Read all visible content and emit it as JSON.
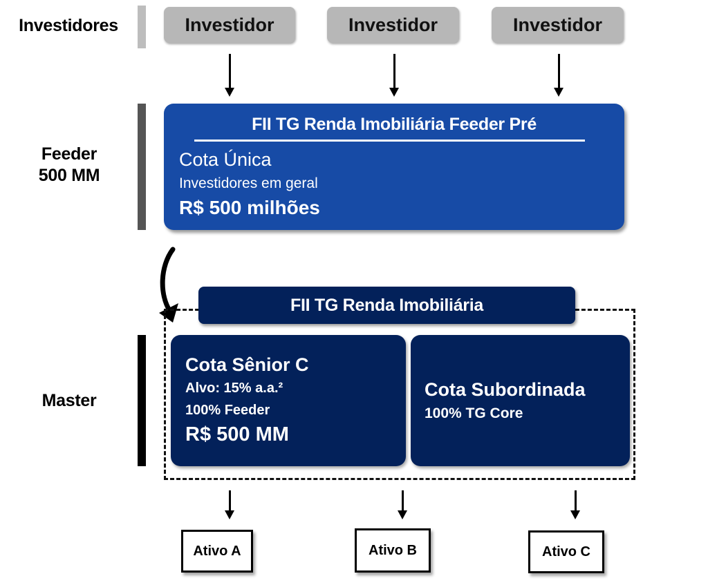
{
  "levels": {
    "investors_label": "Investidores",
    "feeder_label_line1": "Feeder",
    "feeder_label_line2": "500 MM",
    "master_label": "Master"
  },
  "investors": [
    {
      "label": "Investidor"
    },
    {
      "label": "Investidor"
    },
    {
      "label": "Investidor"
    }
  ],
  "feeder_fund": {
    "title": "FII TG Renda Imobiliária Feeder Pré",
    "quota_name": "Cota Única",
    "audience": "Investidores em geral",
    "amount": "R$ 500 milhões"
  },
  "master_fund": {
    "title": "FII TG Renda Imobiliária",
    "senior": {
      "name": "Cota Sênior C",
      "target": "Alvo: 15% a.a.²",
      "holder": "100% Feeder",
      "amount": "R$ 500 MM"
    },
    "subordinated": {
      "name": "Cota Subordinada",
      "holder": "100% TG Core"
    }
  },
  "assets": [
    {
      "label": "Ativo A"
    },
    {
      "label": "Ativo B"
    },
    {
      "label": "Ativo C"
    }
  ],
  "colors": {
    "feeder_blue": "#174ba6",
    "master_navy": "#03215a",
    "investor_gray": "#b7b7b7"
  }
}
